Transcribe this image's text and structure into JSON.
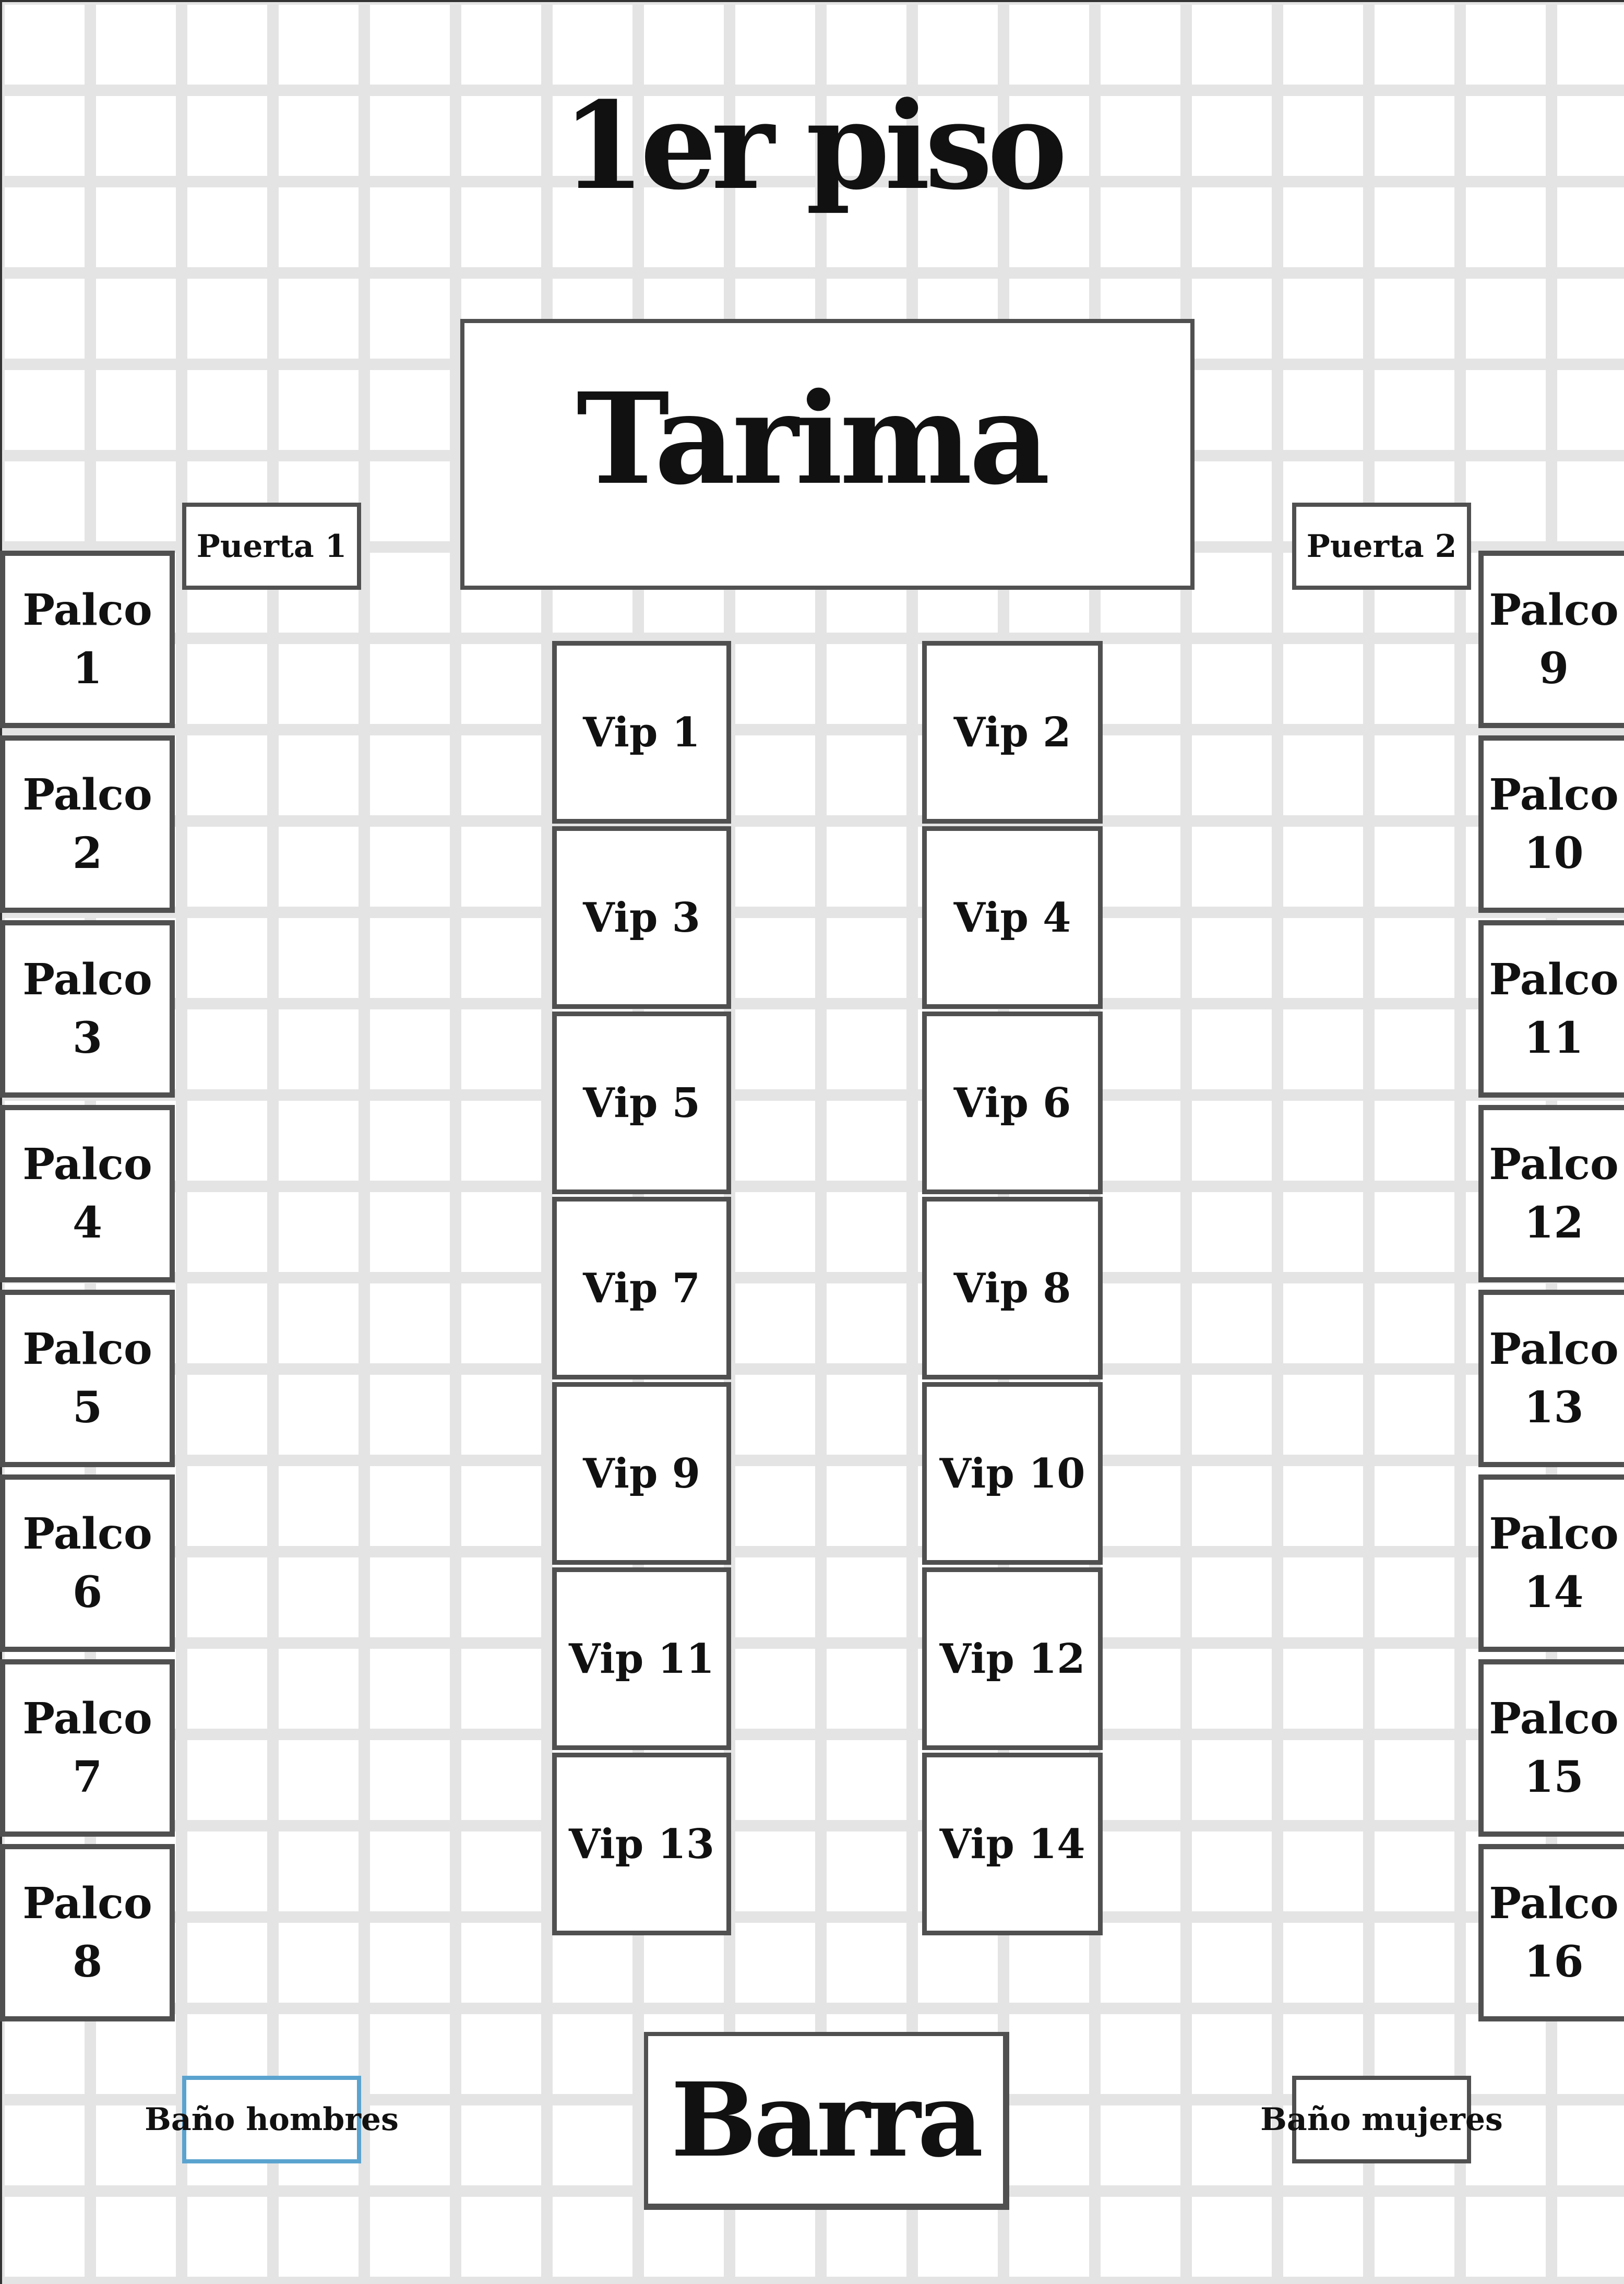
{
  "title": "1er piso",
  "stage": {
    "label": "Tarima"
  },
  "doors": {
    "left": "Puerta 1",
    "right": "Puerta 2"
  },
  "palcos": {
    "left": [
      {
        "label": "Palco",
        "number": "1"
      },
      {
        "label": "Palco",
        "number": "2"
      },
      {
        "label": "Palco",
        "number": "3"
      },
      {
        "label": "Palco",
        "number": "4"
      },
      {
        "label": "Palco",
        "number": "5"
      },
      {
        "label": "Palco",
        "number": "6"
      },
      {
        "label": "Palco",
        "number": "7"
      },
      {
        "label": "Palco",
        "number": "8"
      }
    ],
    "right": [
      {
        "label": "Palco",
        "number": "9"
      },
      {
        "label": "Palco",
        "number": "10"
      },
      {
        "label": "Palco",
        "number": "11"
      },
      {
        "label": "Palco",
        "number": "12"
      },
      {
        "label": "Palco",
        "number": "13"
      },
      {
        "label": "Palco",
        "number": "14"
      },
      {
        "label": "Palco",
        "number": "15"
      },
      {
        "label": "Palco",
        "number": "16"
      }
    ]
  },
  "vips": {
    "left": [
      "Vip 1",
      "Vip 3",
      "Vip 5",
      "Vip 7",
      "Vip 9",
      "Vip 11",
      "Vip 13"
    ],
    "right": [
      "Vip 2",
      "Vip 4",
      "Vip 6",
      "Vip 8",
      "Vip 10",
      "Vip 12",
      "Vip 14"
    ]
  },
  "bar": {
    "label": "Barra"
  },
  "restrooms": {
    "men": "Baño hombres",
    "women": "Baño mujeres"
  },
  "colors": {
    "grid_line": "#e4e4e4",
    "box_border": "#505050",
    "selected_border": "#5ba3cf",
    "text": "#111111",
    "background": "#ffffff"
  }
}
